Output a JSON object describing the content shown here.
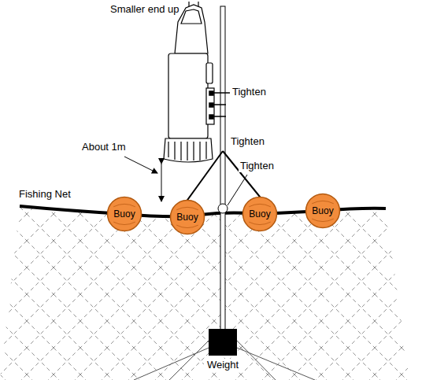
{
  "diagram": {
    "nodes": [
      {
        "text": [
          "Buoy"
        ]
      },
      {
        "text": [
          "Buoy"
        ]
      },
      {
        "text": [
          "Buoy"
        ]
      },
      {
        "text": [
          "Buoy"
        ]
      },
      {
        "text": [
          "Weight"
        ]
      }
    ],
    "labels": [
      "Smaller end up",
      "Tighten",
      "Tighten",
      "Tighten",
      "About 1m",
      "Fishing Net"
    ]
  }
}
